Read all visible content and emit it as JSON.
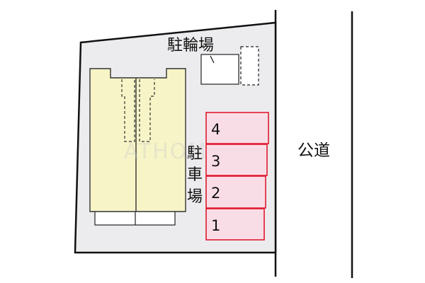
{
  "colors": {
    "lot_fill": "#ececee",
    "lot_stroke": "#111111",
    "building_fill": "#f7f5c7",
    "building_stroke": "#333333",
    "parking_fill": "#f9dde6",
    "parking_stroke": "#e0192f",
    "road_line": "#111111",
    "background": "#ffffff"
  },
  "labels": {
    "bicycle_parking": "駐輪場",
    "parking_vertical": [
      "駐",
      "車",
      "場"
    ],
    "public_road": "公道",
    "watermark": "ATHOMES"
  },
  "parking_spaces": [
    "4",
    "3",
    "2",
    "1"
  ]
}
